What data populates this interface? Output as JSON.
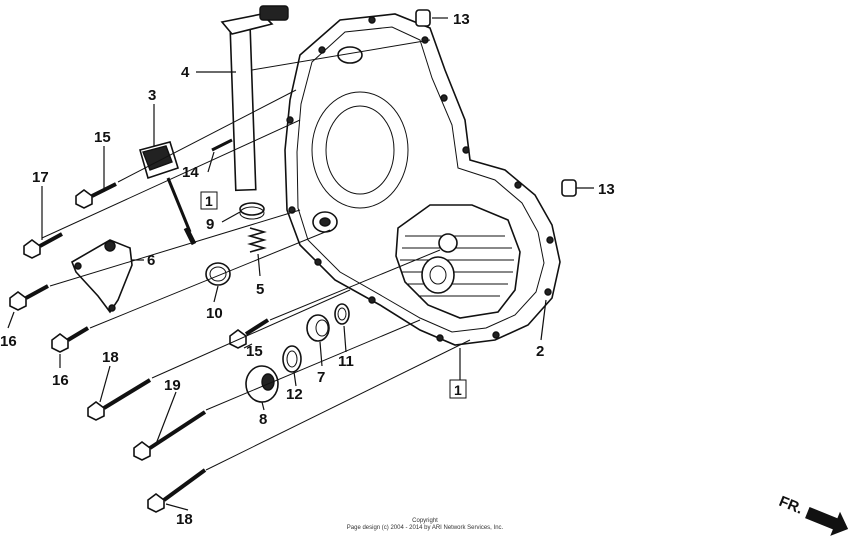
{
  "callouts": {
    "c1a": "1",
    "c1b": "1",
    "c2": "2",
    "c3": "3",
    "c4": "4",
    "c5": "5",
    "c6": "6",
    "c7": "7",
    "c8": "8",
    "c9": "9",
    "c10": "10",
    "c11": "11",
    "c12": "12",
    "c13a": "13",
    "c13b": "13",
    "c14": "14",
    "c15a": "15",
    "c15b": "15",
    "c16a": "16",
    "c16b": "16",
    "c17": "17",
    "c18a": "18",
    "c18b": "18",
    "c19": "19"
  },
  "copyright": {
    "line1": "Copyright",
    "line2": "Page design (c) 2004 - 2014 by ARI Network Services, Inc."
  },
  "direction": {
    "label": "FR."
  }
}
